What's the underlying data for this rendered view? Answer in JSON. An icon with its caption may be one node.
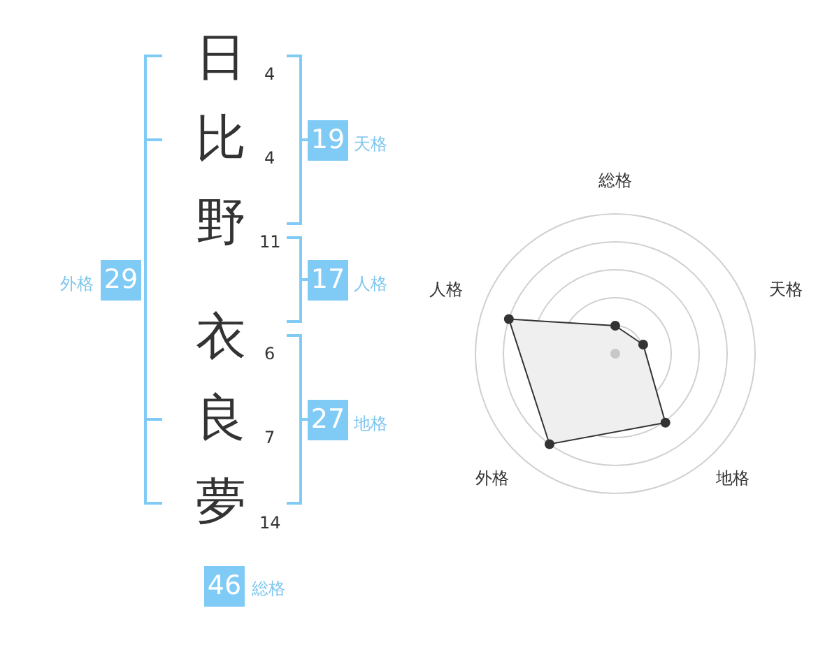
{
  "diagram": {
    "nodes": [
      {
        "text": [
          "19"
        ],
        "beside": [
          "天格"
        ]
      },
      {
        "text": [
          "29"
        ],
        "beside": [
          "外格"
        ]
      },
      {
        "text": [
          "17"
        ],
        "beside": [
          "人格"
        ]
      },
      {
        "text": [
          "27"
        ],
        "beside": [
          "地格"
        ]
      },
      {
        "text": [
          "46"
        ],
        "beside": [
          "総格"
        ]
      }
    ],
    "labels": [
      "日",
      "4",
      "比",
      "4",
      "野",
      "11",
      "衣",
      "6",
      "良",
      "7",
      "夢",
      "14",
      "総格",
      "人格",
      "天格",
      "外格",
      "地格"
    ]
  }
}
